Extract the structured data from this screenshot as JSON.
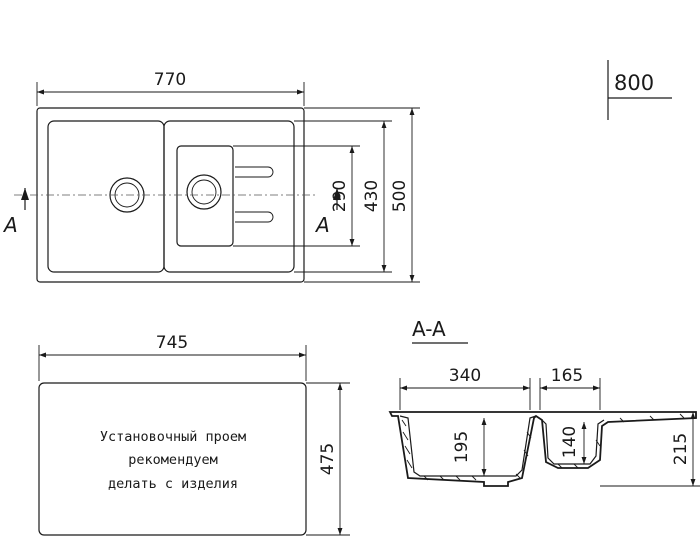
{
  "sink_dimensions": {
    "overall_width": "770",
    "bowl_depth": "290",
    "inner_depth": "430",
    "overall_depth": "500",
    "cabinet_width": "800"
  },
  "cutout": {
    "width": "745",
    "depth": "475",
    "note_line1": "Установочный проем",
    "note_line2": "рекомендуем",
    "note_line3": "делать с изделия"
  },
  "section": {
    "title": "A-A",
    "cut_marker_left": "A",
    "cut_marker_right": "A",
    "main_bowl_width": "340",
    "small_bowl_width": "165",
    "main_bowl_height": "195",
    "small_bowl_height": "140",
    "total_height": "215"
  }
}
